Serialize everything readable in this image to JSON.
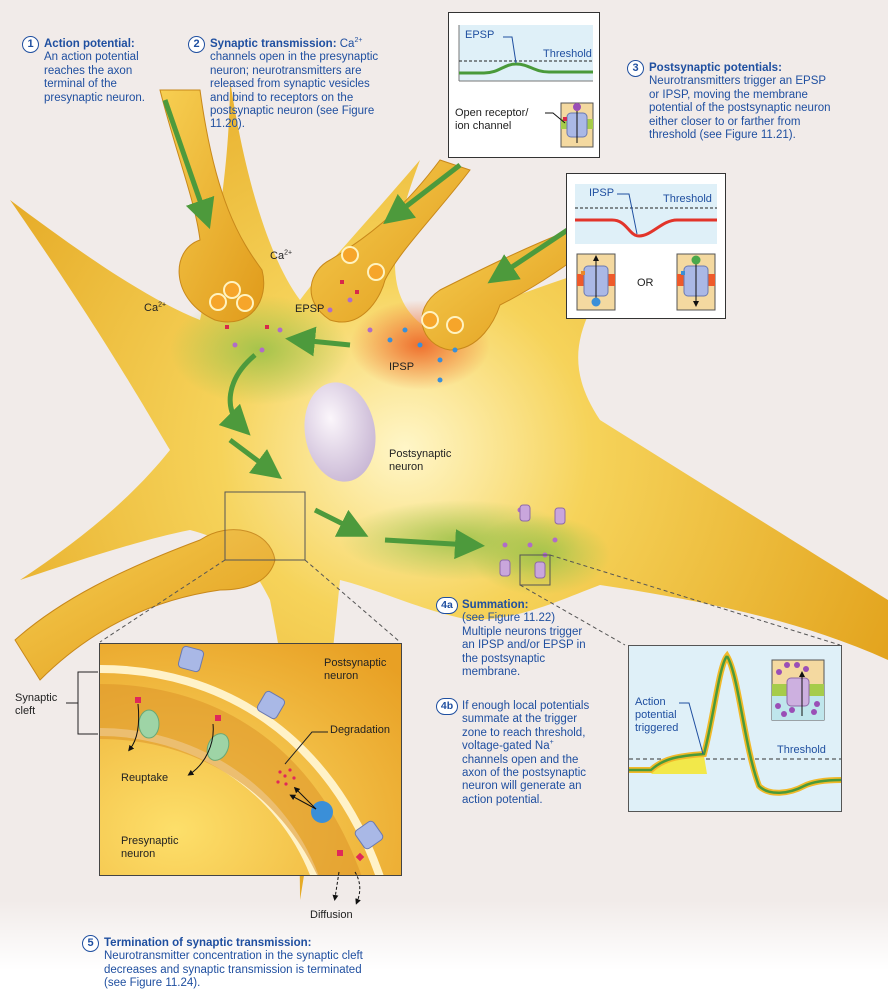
{
  "steps": {
    "s1": {
      "num": "1",
      "head": "Action potential:",
      "body": "An action potential reaches the axon terminal of the presynaptic neuron."
    },
    "s2": {
      "num": "2",
      "head": "Synaptic transmission:",
      "head_tail": " Ca",
      "sup": "2+",
      "body": "channels open in the presynaptic neuron; neurotransmitters are released from synaptic vesicles and bind to receptors on the postsynaptic neuron (see Figure 11.20)."
    },
    "s3": {
      "num": "3",
      "head": "Postsynaptic potentials:",
      "body": "Neurotransmitters trigger an EPSP or IPSP, moving the membrane potential of the postsynaptic neuron either closer to or farther from threshold (see Figure 11.21)."
    },
    "s4a": {
      "num": "4a",
      "head": "Summation:",
      "body": "(see Figure 11.22) Multiple neurons trigger an IPSP and/or EPSP in the postsynaptic membrane."
    },
    "s4b": {
      "num": "4b",
      "body_pre": "If enough local potentials summate at the trigger zone to reach threshold, voltage-gated Na",
      "sup": "+",
      "body_post": " channels open and the axon of the postsynaptic neuron will generate an action potential."
    },
    "s5": {
      "num": "5",
      "head": "Termination of synaptic transmission:",
      "body": "Neurotransmitter concentration in the synaptic cleft decreases and synaptic transmission is terminated (see Figure 11.24)."
    }
  },
  "labels": {
    "ca_upper": "Ca",
    "ca_lower": "Ca",
    "ca_sup": "2+",
    "epsp": "EPSP",
    "ipsp": "IPSP",
    "postsynaptic_neuron": "Postsynaptic neuron",
    "synaptic_cleft": "Synaptic cleft",
    "postsynaptic_neuron_inset": "Postsynaptic neuron",
    "presynaptic_neuron_inset": "Presynaptic neuron",
    "reuptake": "Reuptake",
    "degradation": "Degradation",
    "diffusion": "Diffusion"
  },
  "epsp_panel": {
    "curve_label": "EPSP",
    "threshold": "Threshold",
    "channel_label": "Open receptor/ ion channel"
  },
  "ipsp_panel": {
    "curve_label": "IPSP",
    "threshold": "Threshold",
    "or": "OR"
  },
  "ap_panel": {
    "trigger_label": "Action potential triggered",
    "threshold": "Threshold"
  },
  "colors": {
    "text_blue": "#1f4fa0",
    "epsp_green": "#4a9a3a",
    "ipsp_red": "#e2342a",
    "neuron_gold": "#f2b928",
    "panel_bg": "#dff0f8"
  }
}
